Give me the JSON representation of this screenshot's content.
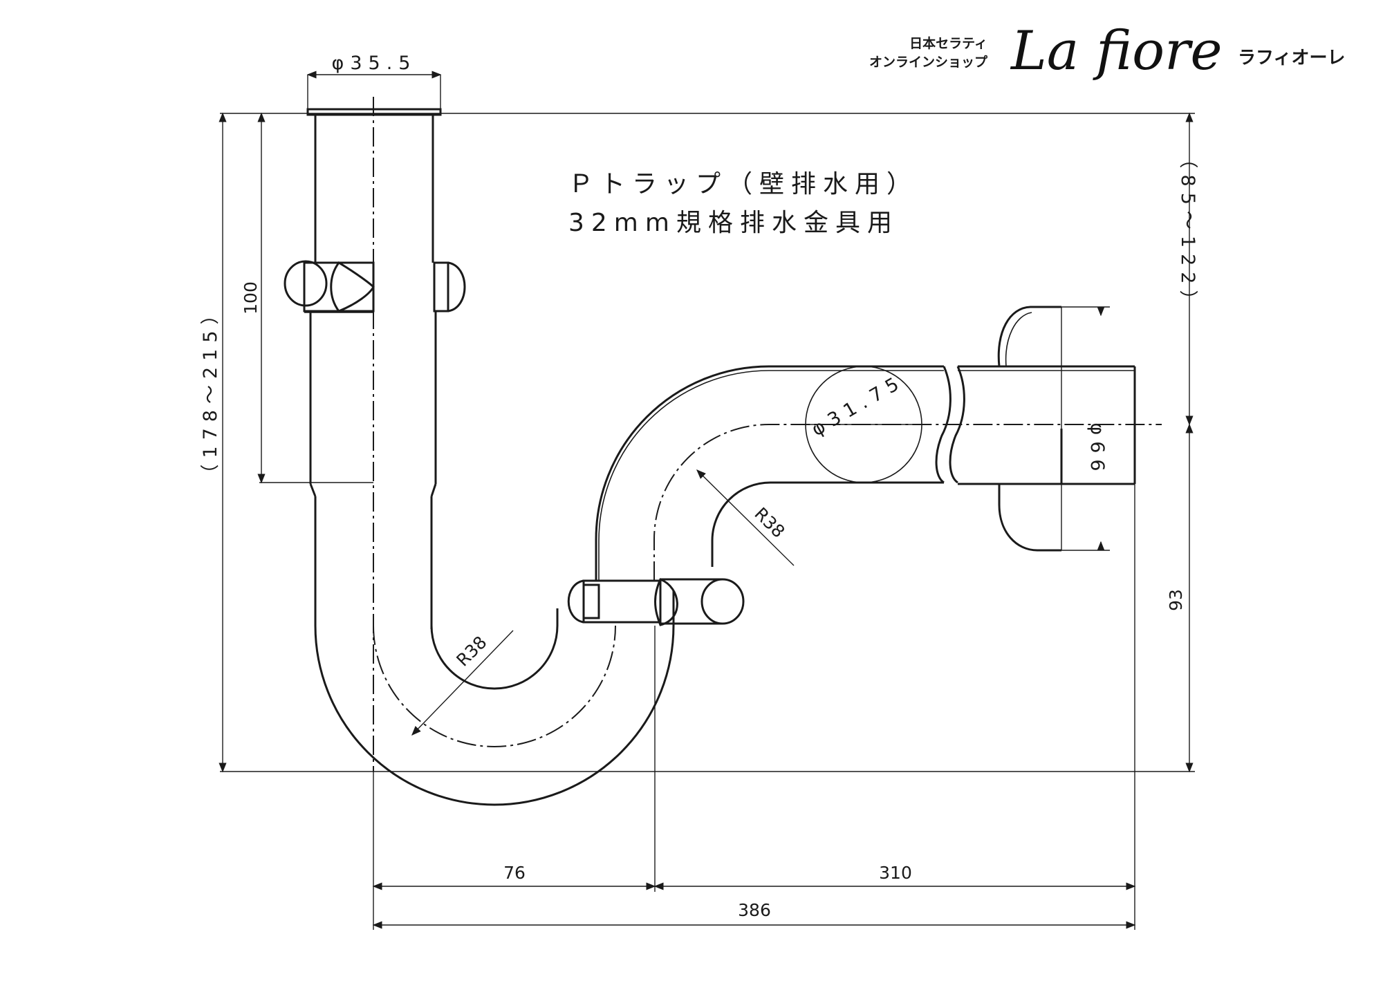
{
  "brand": {
    "line1": "日本セラティ",
    "line2": "オンラインショップ",
    "logo": "La fiore",
    "kana": "ラフィオーレ"
  },
  "title": {
    "line1": "Ｐトラップ（壁排水用）",
    "line2": "32mm規格排水金具用"
  },
  "dimensions": {
    "inlet_diameter": "φ35.5",
    "pipe_diameter": "φ31.75",
    "flange_diameter": "φ66",
    "bend_radius_lower": "R38",
    "bend_radius_upper": "R38",
    "height_inlet": "100",
    "height_total": "（178～215）",
    "height_wall": "（85～122）",
    "height_outlet": "93",
    "width_trap": "76",
    "width_outlet": "310",
    "width_total": "386"
  }
}
